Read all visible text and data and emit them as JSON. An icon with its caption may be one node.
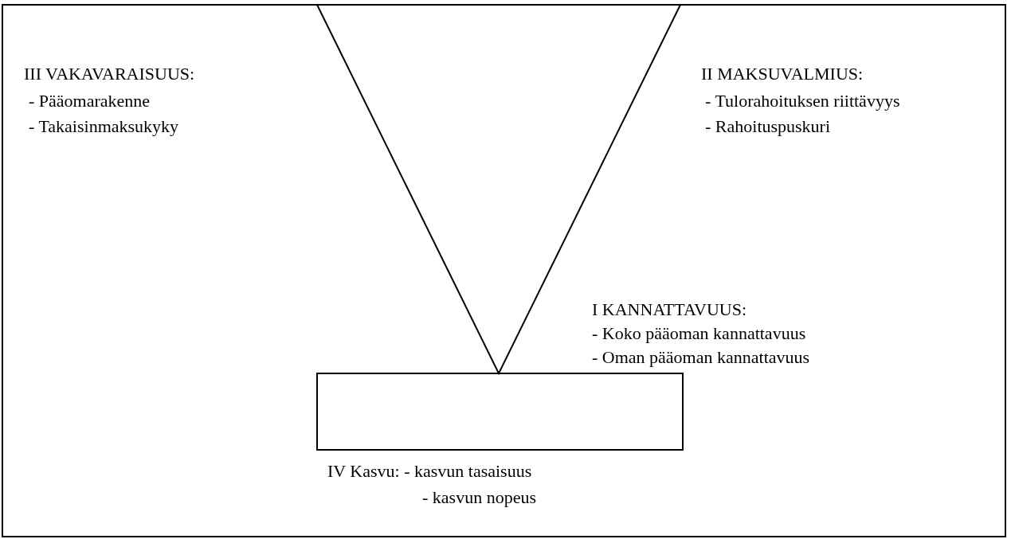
{
  "diagram": {
    "nodes": [
      {
        "text": [],
        "shape": "triangle"
      },
      {
        "text": [],
        "shape": "box",
        "beside": [
          "IV Kasvu: - kasvun tasaisuus",
          "- kasvun nopeus"
        ]
      }
    ],
    "edges": [],
    "labels": [
      "III VAKAVARAISUUS:",
      "- Pääomarakenne",
      "- Takaisinmaksukyky",
      "II MAKSUVALMIUS:",
      "- Tulorahoituksen riittävyys",
      "- Rahoituspuskuri",
      "I KANNATTAVUUS:",
      "- Koko pääoman kannattavuus",
      "- Oman pääoman kannattavuus"
    ]
  }
}
